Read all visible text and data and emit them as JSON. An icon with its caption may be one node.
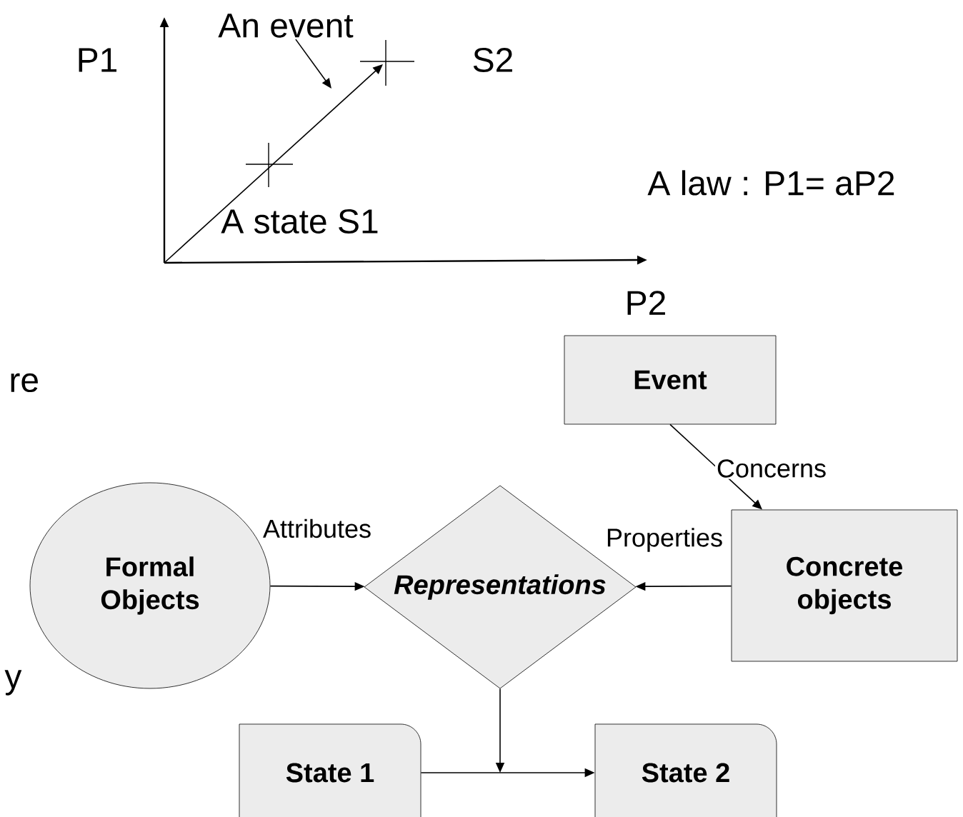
{
  "diagram": {
    "nodes": [
      {
        "text": [
          "An event"
        ]
      },
      {
        "text": [
          "Event"
        ]
      },
      {
        "text": [
          "Formal Objects"
        ]
      },
      {
        "text": [
          "Representations"
        ]
      },
      {
        "text": [
          "Concrete objects"
        ]
      },
      {
        "text": [
          "State 1"
        ]
      },
      {
        "text": [
          "State 2"
        ]
      }
    ],
    "edges": [
      {
        "from": 0,
        "to": null,
        "arrow": "to"
      },
      {
        "from": 1,
        "to": 4,
        "arrow": "to",
        "label": "Concerns"
      },
      {
        "from": 2,
        "to": 3,
        "arrow": "to",
        "label": "Attributes"
      },
      {
        "from": 4,
        "to": 3,
        "arrow": "to",
        "label": "Properties"
      },
      {
        "from": 3,
        "to": null,
        "arrow": "to"
      },
      {
        "from": 5,
        "to": 6,
        "arrow": "to"
      }
    ],
    "labels": [
      "P1",
      "S2",
      "A state S1",
      "A law : P1= aP2",
      "P2",
      "re",
      "y"
    ]
  }
}
